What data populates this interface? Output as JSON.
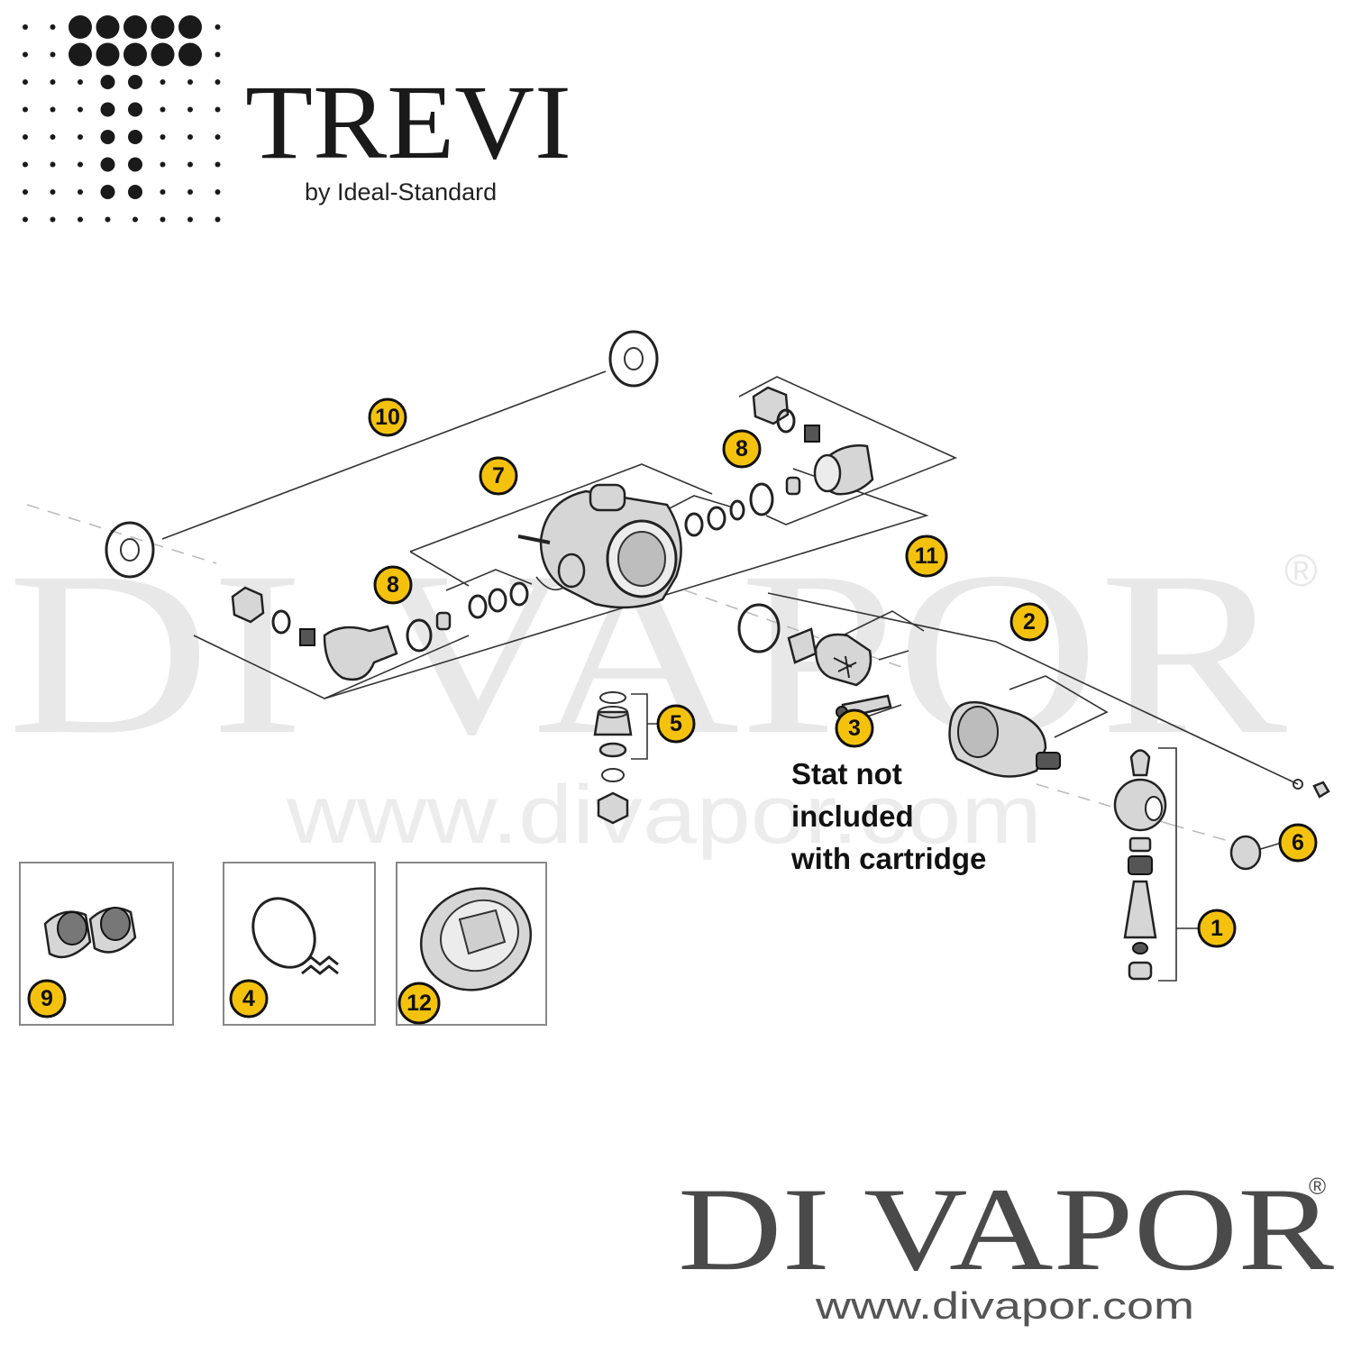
{
  "brand": {
    "name": "TREVI",
    "subtitle": "by Ideal-Standard"
  },
  "watermark": {
    "name": "DI VAPOR",
    "registered": "®",
    "url": "www.divapor.com"
  },
  "footer_logo": {
    "name": "DI VAPOR",
    "registered": "®",
    "url": "www.divapor.com"
  },
  "diagram": {
    "note_lines": [
      "Stat not",
      "included",
      "with cartridge"
    ],
    "callouts": [
      {
        "id": "c10",
        "label": "10"
      },
      {
        "id": "c7",
        "label": "7"
      },
      {
        "id": "c8a",
        "label": "8"
      },
      {
        "id": "c8b",
        "label": "8"
      },
      {
        "id": "c11",
        "label": "11"
      },
      {
        "id": "c2",
        "label": "2"
      },
      {
        "id": "c5",
        "label": "5"
      },
      {
        "id": "c3",
        "label": "3"
      },
      {
        "id": "c6",
        "label": "6"
      },
      {
        "id": "c1",
        "label": "1"
      },
      {
        "id": "c9",
        "label": "9"
      },
      {
        "id": "c4",
        "label": "4"
      },
      {
        "id": "c12",
        "label": "12"
      }
    ]
  },
  "colors": {
    "callout_fill": "#f4c20d",
    "watermark": "#e6e6e6",
    "footer_text": "#4a4a4a"
  }
}
